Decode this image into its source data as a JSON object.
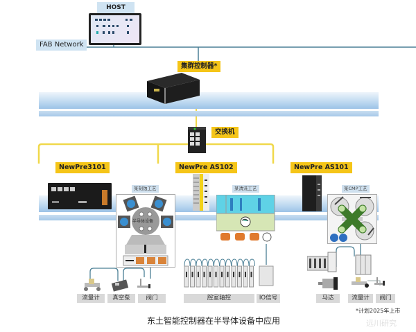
{
  "top": {
    "host_label": "HOST",
    "fab_network_label": "FAB Network",
    "cluster_controller_label": "集群控制器*",
    "switch_label": "交换机"
  },
  "controllers": [
    {
      "label": "NewPre3101",
      "process_label": "某刻蚀工艺",
      "equipment_label": "半导体设备"
    },
    {
      "label": "NewPre AS102",
      "process_label": "某清洗工艺"
    },
    {
      "label": "NewPre AS101",
      "process_label": "某CMP工艺"
    }
  ],
  "devices": {
    "left": [
      "流量计",
      "真空泵",
      "阀门"
    ],
    "middle": [
      "腔室轴控",
      "IO信号"
    ],
    "right": [
      "马达",
      "流量计",
      "阀门"
    ]
  },
  "caption": "东土智能控制器在半导体设备中应用",
  "footnote": "*计划2025年上市",
  "watermark": "远川研究",
  "colors": {
    "yellow": "#f5c518",
    "blue_label": "#cfe3f2",
    "line_blue": "#4a7f95",
    "plane_blue": "#9cc2e6"
  }
}
